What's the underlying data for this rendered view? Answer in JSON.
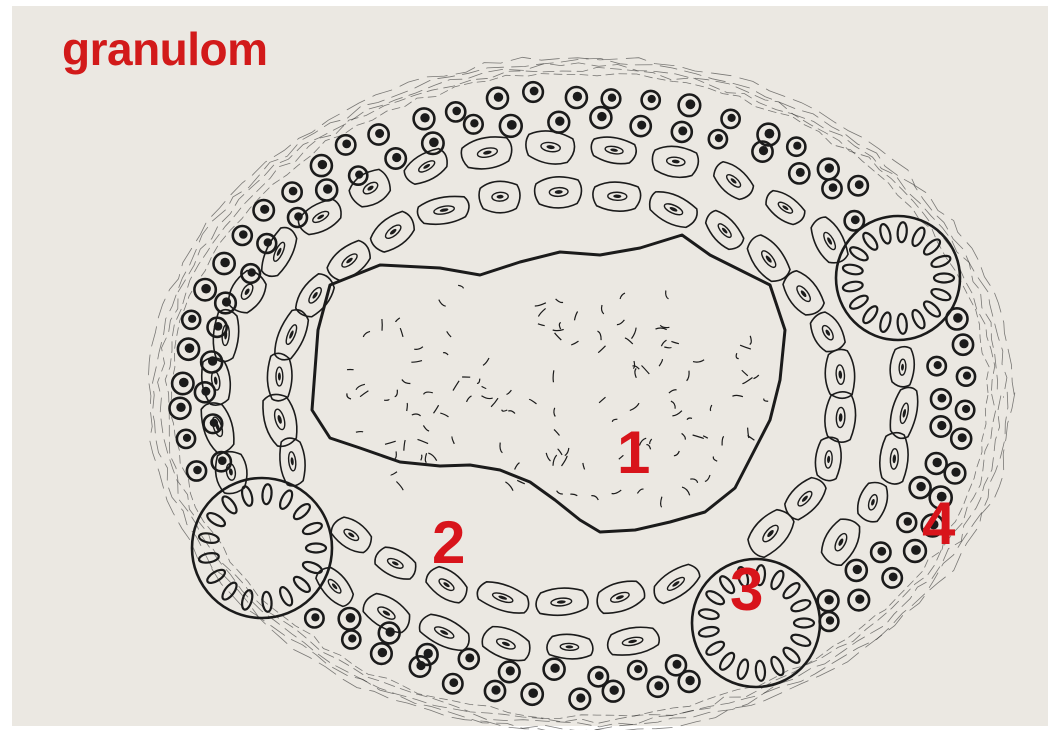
{
  "title": "granulom",
  "labels": [
    {
      "id": "necrosis",
      "text": "1"
    },
    {
      "id": "epithelioid",
      "text": "2"
    },
    {
      "id": "giant-cell",
      "text": "3"
    },
    {
      "id": "lymphocytes",
      "text": "4"
    }
  ],
  "colors": {
    "label_red": "#d8141b",
    "ink": "#1b1b1b",
    "paper": "#ebe8e2"
  }
}
